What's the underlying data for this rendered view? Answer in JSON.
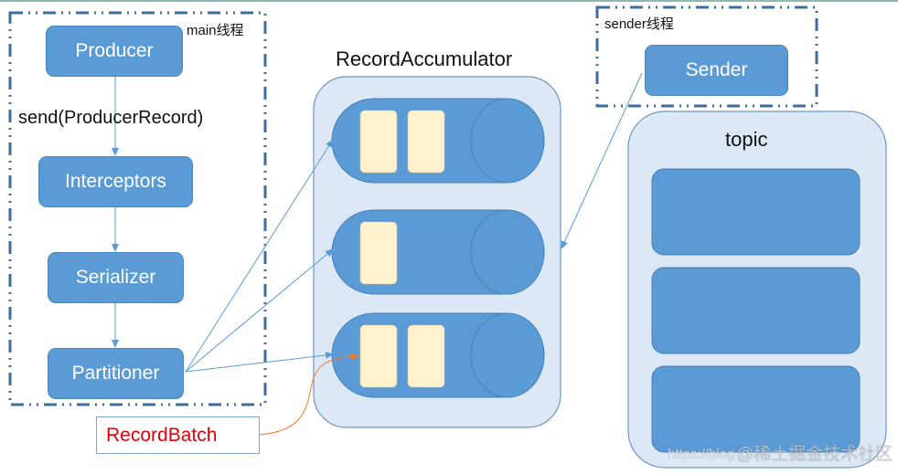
{
  "diagram": {
    "title": "Kafka Producer send flow",
    "main_thread": {
      "label": "main线程",
      "steps": [
        "Producer",
        "Interceptors",
        "Serializer",
        "Partitioner"
      ],
      "send_call_label": "send(ProducerRecord)"
    },
    "accumulator": {
      "label": "RecordAccumulator",
      "queues": [
        {
          "batches": 2
        },
        {
          "batches": 1
        },
        {
          "batches": 2
        }
      ]
    },
    "sender_thread": {
      "label": "sender线程",
      "sender_label": "Sender"
    },
    "topic": {
      "label": "topic",
      "partitions": 3
    },
    "record_batch_callout": "RecordBatch",
    "watermark": {
      "primary": "@稀土掘金技术社区",
      "secondary": "https://blog"
    },
    "colors": {
      "box_fill": "#5b9bd5",
      "container_fill": "#dce8f5",
      "batch_fill": "#fff2cc",
      "dash_border": "#3f6d9c",
      "arrow": "#5b9bd5",
      "callout_arrow": "#ed7d31",
      "callout_text": "#e0000b"
    }
  }
}
